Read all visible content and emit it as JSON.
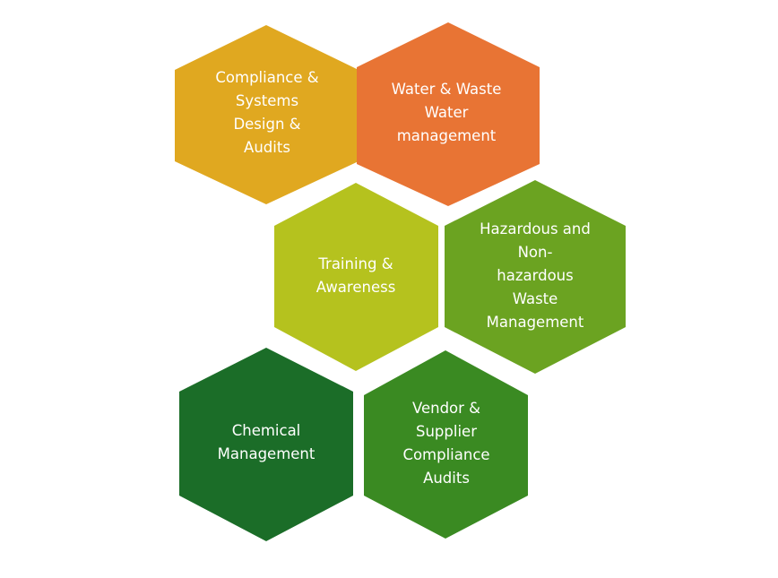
{
  "hexagons": [
    {
      "lines": [
        "Compliance &",
        "Systems",
        "Design &",
        "Audits"
      ],
      "color": "#E0A820"
    },
    {
      "lines": [
        "Water & Waste",
        "Water",
        "management"
      ],
      "color": "#E87434"
    },
    {
      "lines": [
        "Training &",
        "Awareness"
      ],
      "color": "#B5C21E"
    },
    {
      "lines": [
        "Hazardous and",
        "Non-",
        "hazardous",
        "Waste",
        "Management"
      ],
      "color": "#6BA321"
    },
    {
      "lines": [
        "Chemical",
        "Management"
      ],
      "color": "#1B6D28"
    },
    {
      "lines": [
        "Vendor &",
        "Supplier",
        "Compliance",
        "Audits"
      ],
      "color": "#3A8A22"
    }
  ]
}
